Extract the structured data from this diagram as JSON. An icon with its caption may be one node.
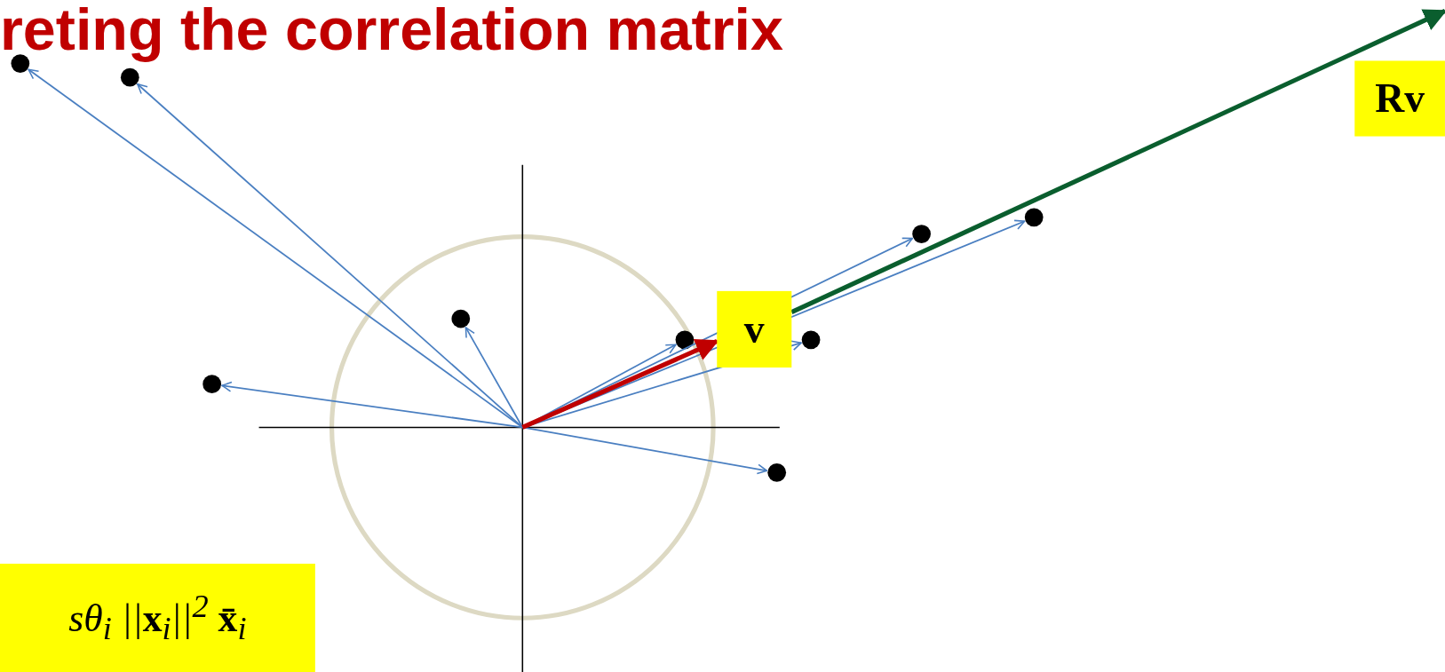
{
  "diagram": {
    "title": "reting the correlation matrix",
    "nodes": [
      {
        "text": [],
        "shape": "circle"
      },
      {
        "text": [],
        "shape": "circle"
      },
      {
        "text": [],
        "shape": "circle"
      },
      {
        "text": [],
        "shape": "circle"
      },
      {
        "text": [],
        "shape": "circle"
      },
      {
        "text": [],
        "shape": "circle"
      },
      {
        "text": [],
        "shape": "circle"
      },
      {
        "text": [],
        "shape": "circle"
      },
      {
        "text": [],
        "shape": "circle"
      },
      {
        "text": [
          "v"
        ]
      },
      {
        "text": [
          "Rv"
        ]
      },
      {
        "text": [
          "sθ$_{i}$ ||**x**$_{i}$||$^{2}$ **x̄**$_{i}$"
        ]
      }
    ],
    "edges": [
      {
        "from": null,
        "to": 0,
        "arrow": "to"
      },
      {
        "from": null,
        "to": 1,
        "arrow": "to"
      },
      {
        "from": null,
        "to": 2,
        "arrow": "to"
      },
      {
        "from": null,
        "to": 3,
        "arrow": "to"
      },
      {
        "from": null,
        "to": 4,
        "arrow": "to"
      },
      {
        "from": null,
        "to": 5,
        "arrow": "to"
      },
      {
        "from": null,
        "to": 6,
        "arrow": "to"
      },
      {
        "from": null,
        "to": 7,
        "arrow": "to"
      },
      {
        "from": null,
        "to": 8,
        "arrow": "to"
      },
      {
        "from": null,
        "to": 9,
        "arrow": "to",
        "style": "thick",
        "color": "#c00000"
      },
      {
        "from": 9,
        "to": null,
        "arrow": "to",
        "style": "thick",
        "color": "#0a5e2e"
      }
    ]
  }
}
